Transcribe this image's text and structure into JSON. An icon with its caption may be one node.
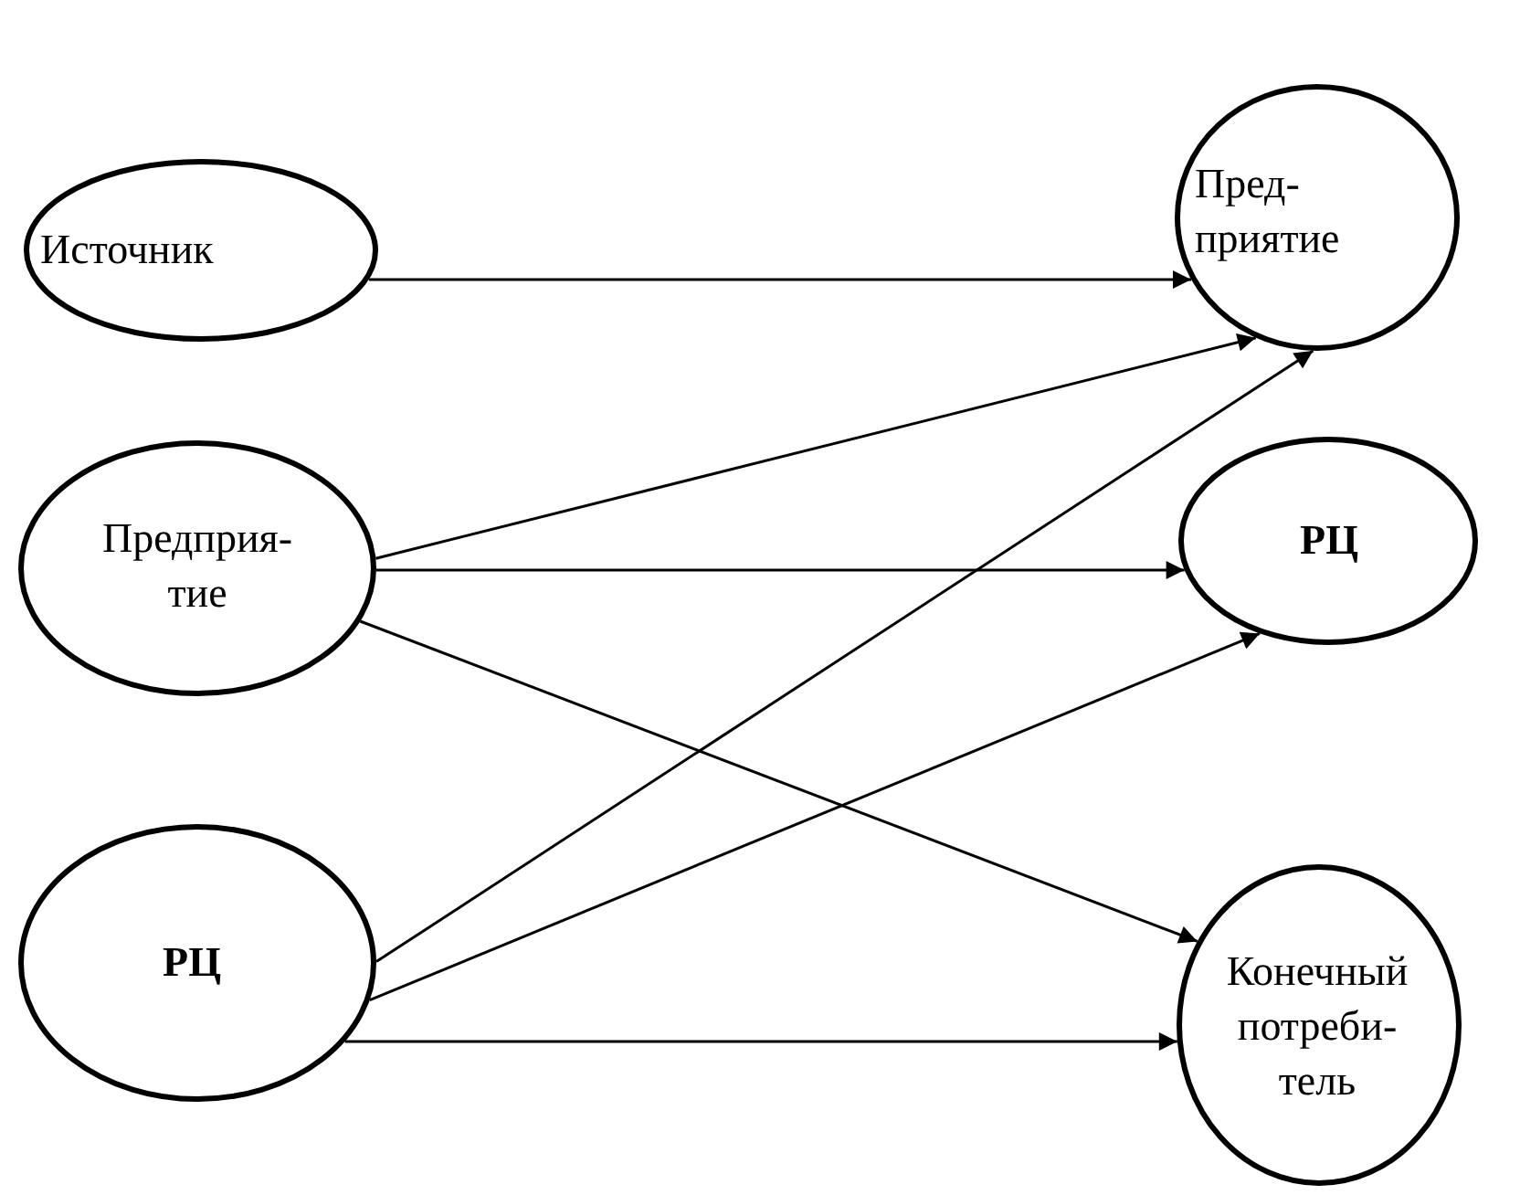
{
  "diagram": {
    "nodes": [
      {
        "text": [
          "Источник"
        ]
      },
      {
        "text": [
          "Пред- приятие"
        ]
      },
      {
        "text": [
          "Предприя- тие"
        ]
      },
      {
        "text": [
          "РЦ"
        ]
      },
      {
        "text": [
          "РЦ"
        ]
      },
      {
        "text": [
          "Конечный потреби- тель"
        ]
      }
    ],
    "edges": [
      {
        "from": 0,
        "to": 1,
        "arrow": "to"
      },
      {
        "from": 2,
        "to": 1,
        "arrow": "to"
      },
      {
        "from": 2,
        "to": 3,
        "arrow": "to"
      },
      {
        "from": 2,
        "to": 5,
        "arrow": "to"
      },
      {
        "from": 4,
        "to": 1,
        "arrow": "to"
      },
      {
        "from": 4,
        "to": 3,
        "arrow": "to"
      },
      {
        "from": 4,
        "to": 5,
        "arrow": "to"
      }
    ]
  }
}
